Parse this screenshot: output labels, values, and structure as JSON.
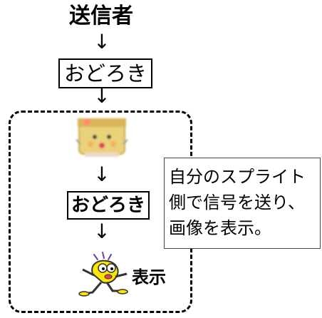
{
  "sender": {
    "label": "送信者"
  },
  "flow": {
    "arrow": "↓",
    "signal_name": "おどろき",
    "received_signal_name": "おどろき",
    "show_label": "表示"
  },
  "callout": {
    "lines": [
      "自分のスプライト",
      "側で信号を送り、",
      "画像を表示。"
    ]
  },
  "colors": {
    "sprite_face": "#e9d27a",
    "sprite_dots": "#f2b15a",
    "sprite_mouth": "#e0405a",
    "character_yellow": "#ffe600",
    "character_outline": "#333333",
    "burst_lines": "#6a3bb5"
  }
}
